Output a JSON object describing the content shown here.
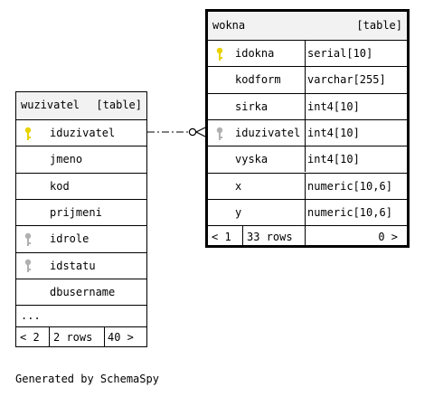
{
  "tables": {
    "wuzivatel": {
      "name": "wuzivatel",
      "kind": "[table]",
      "columns": [
        {
          "name": "iduzivatel",
          "key": "primary"
        },
        {
          "name": "jmeno",
          "key": ""
        },
        {
          "name": "kod",
          "key": ""
        },
        {
          "name": "prijmeni",
          "key": ""
        },
        {
          "name": "idrole",
          "key": "foreign"
        },
        {
          "name": "idstatu",
          "key": "foreign"
        },
        {
          "name": "dbusername",
          "key": ""
        }
      ],
      "ellipsis": "...",
      "footer": {
        "parents": "< 2",
        "rows": "2 rows",
        "children": "40 >"
      }
    },
    "wokna": {
      "name": "wokna",
      "kind": "[table]",
      "columns": [
        {
          "name": "idokna",
          "type": "serial[10]",
          "key": "primary"
        },
        {
          "name": "kodform",
          "type": "varchar[255]",
          "key": ""
        },
        {
          "name": "sirka",
          "type": "int4[10]",
          "key": ""
        },
        {
          "name": "iduzivatel",
          "type": "int4[10]",
          "key": "foreign"
        },
        {
          "name": "vyska",
          "type": "int4[10]",
          "key": ""
        },
        {
          "name": "x",
          "type": "numeric[10,6]",
          "key": ""
        },
        {
          "name": "y",
          "type": "numeric[10,6]",
          "key": ""
        }
      ],
      "footer": {
        "parents": "< 1",
        "rows": "33 rows",
        "children": "0 >"
      }
    }
  },
  "colors": {
    "primary_key": "#e8d200",
    "foreign_key": "#b0b0b0",
    "header_bg": "#f2f2f2"
  },
  "generated_by": "Generated by SchemaSpy"
}
